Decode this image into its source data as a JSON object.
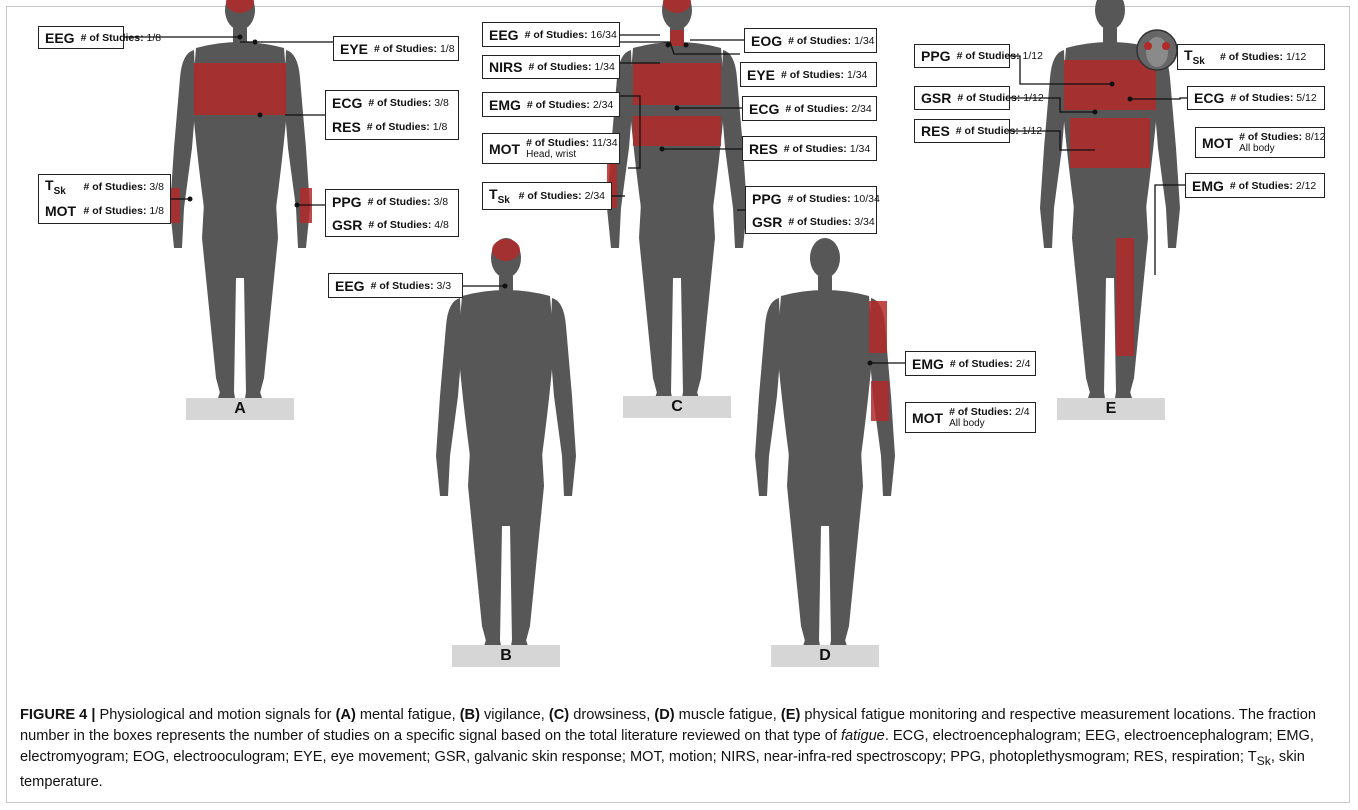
{
  "panels": {
    "A": {
      "label": "A",
      "boxes": [
        {
          "sig": "EEG",
          "count": "1/8"
        },
        {
          "sig": "EYE",
          "count": "1/8"
        },
        {
          "sig": "ECG",
          "count": "3/8"
        },
        {
          "sig": "RES",
          "count": "1/8"
        },
        {
          "sig": "T",
          "sig_sub": "Sk",
          "count": "3/8"
        },
        {
          "sig": "MOT",
          "count": "1/8"
        },
        {
          "sig": "PPG",
          "count": "3/8"
        },
        {
          "sig": "GSR",
          "count": "4/8"
        }
      ]
    },
    "B": {
      "label": "B",
      "boxes": [
        {
          "sig": "EEG",
          "count": "3/3"
        }
      ]
    },
    "C": {
      "label": "C",
      "boxes": [
        {
          "sig": "EEG",
          "count": "16/34"
        },
        {
          "sig": "EOG",
          "count": "1/34"
        },
        {
          "sig": "NIRS",
          "count": "1/34"
        },
        {
          "sig": "EYE",
          "count": "1/34"
        },
        {
          "sig": "EMG",
          "count": "2/34"
        },
        {
          "sig": "ECG",
          "count": "2/34"
        },
        {
          "sig": "MOT",
          "count": "11/34",
          "note": "Head, wrist"
        },
        {
          "sig": "RES",
          "count": "1/34"
        },
        {
          "sig": "T",
          "sig_sub": "Sk",
          "count": "2/34"
        },
        {
          "sig": "PPG",
          "count": "10/34"
        },
        {
          "sig": "GSR",
          "count": "3/34"
        }
      ]
    },
    "D": {
      "label": "D",
      "boxes": [
        {
          "sig": "EMG",
          "count": "2/4"
        },
        {
          "sig": "MOT",
          "count": "2/4",
          "note": "All body"
        }
      ]
    },
    "E": {
      "label": "E",
      "boxes": [
        {
          "sig": "PPG",
          "count": "1/12"
        },
        {
          "sig": "T",
          "sig_sub": "Sk",
          "count": "1/12"
        },
        {
          "sig": "GSR",
          "count": "1/12"
        },
        {
          "sig": "ECG",
          "count": "5/12"
        },
        {
          "sig": "RES",
          "count": "1/12"
        },
        {
          "sig": "MOT",
          "count": "8/12",
          "note": "All body"
        },
        {
          "sig": "EMG",
          "count": "2/12"
        }
      ]
    }
  },
  "count_prefix": "# of Studies:",
  "colors": {
    "body": "#555555",
    "highlight": "#b22a2a",
    "label_bg": "#d6d6d6",
    "box_border": "#222222"
  },
  "caption": {
    "fig": "FIGURE 4 |",
    "p1": " Physiological and motion signals for ",
    "a": "(A)",
    "a_t": " mental fatigue, ",
    "b": "(B)",
    "b_t": " vigilance, ",
    "c": "(C)",
    "c_t": " drowsiness, ",
    "d": "(D)",
    "d_t": " muscle fatigue, ",
    "e": "(E)",
    "e_t": " physical fatigue monitoring and respective measurement locations. The fraction number in the boxes represents the number of studies on a specific signal based on the total literature reviewed on that type of ",
    "fatigue": "fatigue",
    "rest": ". ECG, electroencephalogram; EEG, electroencephalogram; EMG, electromyogram; EOG, electrooculogram; EYE, eye movement; GSR, galvanic skin response; MOT, motion; NIRS, near-infra-red spectroscopy; PPG, photoplethysmogram; RES, respiration; T",
    "sk": "Sk",
    "end": ", skin temperature."
  }
}
